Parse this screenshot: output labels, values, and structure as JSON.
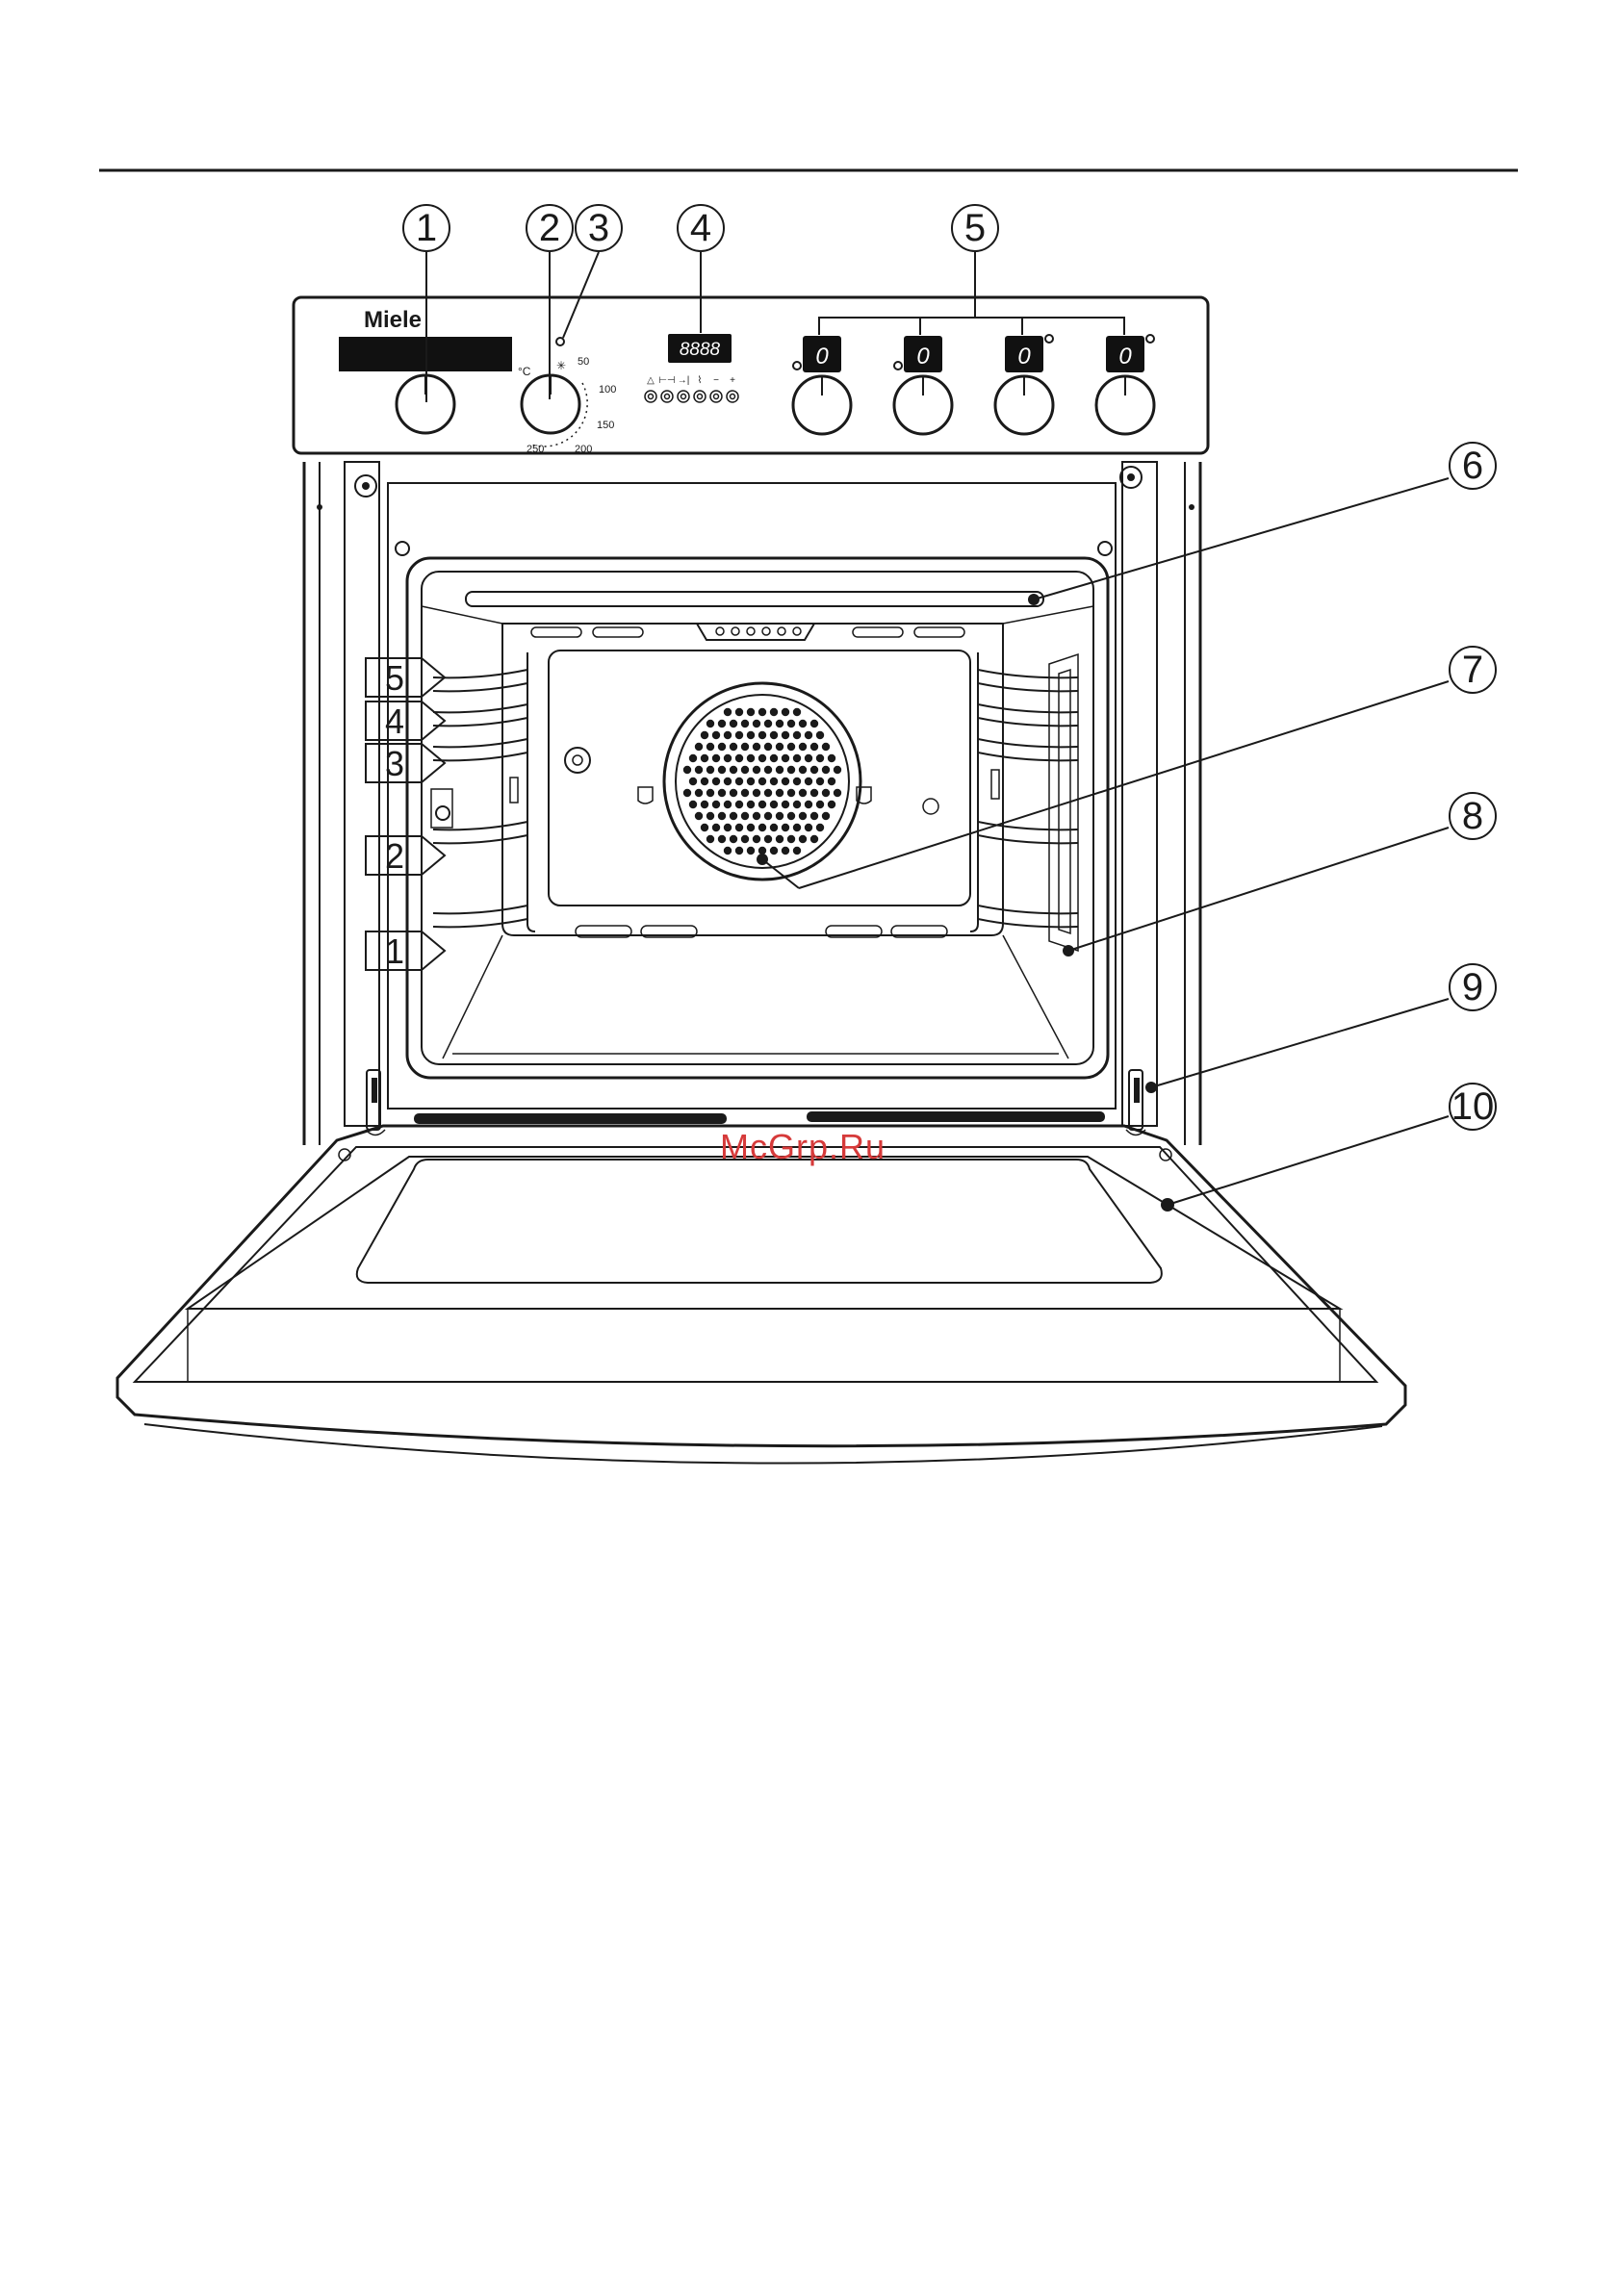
{
  "brand": {
    "logo": "Miele"
  },
  "watermark": "McGrp.Ru",
  "callouts": [
    "1",
    "2",
    "3",
    "4",
    "5",
    "6",
    "7",
    "8",
    "9",
    "10"
  ],
  "control_panel": {
    "clock_display": "8888",
    "zone_displays": [
      "0",
      "0",
      "0",
      "0"
    ],
    "temp_unit": "°C",
    "dial_marks": {
      "light": "✳",
      "t50": "50",
      "t100": "100",
      "t150": "150",
      "t200": "200",
      "t250": "250"
    },
    "clock_button_symbols": [
      "△",
      "⊢⊣",
      "→|",
      "⌇",
      "−",
      "+"
    ]
  },
  "shelf_levels": [
    "5",
    "4",
    "3",
    "2",
    "1"
  ],
  "colors": {
    "ink": "#1a1a1a",
    "watermark": "#d63a3a"
  }
}
